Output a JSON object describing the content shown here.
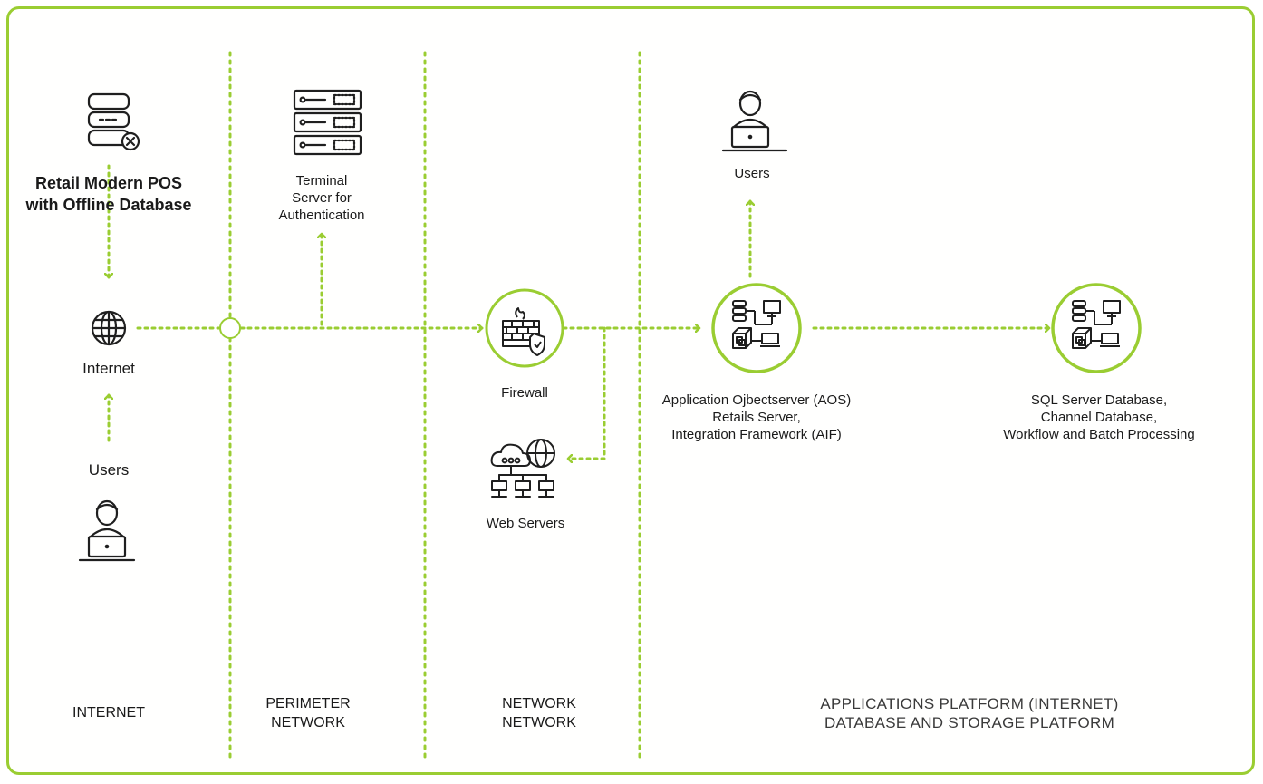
{
  "colors": {
    "accent": "#9acd32",
    "icon": "#1f1f1f"
  },
  "nodes": {
    "pos": {
      "label_lines": [
        "Retail Modern POS",
        "with Offline Database"
      ],
      "icon": "database-offline-icon"
    },
    "internet": {
      "label": "Internet",
      "icon": "globe-icon"
    },
    "users_left": {
      "label": "Users",
      "icon": "user-laptop-icon"
    },
    "terminal": {
      "label_lines": [
        "Terminal",
        "Server for",
        "Authentication"
      ],
      "icon": "server-rack-icon"
    },
    "firewall": {
      "label": "Firewall",
      "icon": "firewall-icon"
    },
    "web_servers": {
      "label": "Web Servers",
      "icon": "web-servers-icon"
    },
    "users_top": {
      "label": "Users",
      "icon": "user-laptop-icon"
    },
    "aos": {
      "label_lines": [
        "Application Ojbectserver (AOS)",
        "Retails Server,",
        "Integration Framework (AIF)"
      ],
      "icon": "server-network-icon"
    },
    "sql": {
      "label_lines": [
        "SQL Server Database,",
        "Channel Database,",
        "Workflow and Batch Processing"
      ],
      "icon": "server-network-icon"
    }
  },
  "zones": {
    "internet": {
      "lines": [
        "INTERNET"
      ]
    },
    "perimeter": {
      "lines": [
        "PERIMETER",
        "NETWORK"
      ]
    },
    "network": {
      "lines": [
        "NETWORK",
        "NETWORK"
      ]
    },
    "platform": {
      "lines": [
        "APPLICATIONS PLATFORM (INTERNET)",
        "DATABASE AND STORAGE PLATFORM"
      ]
    }
  }
}
